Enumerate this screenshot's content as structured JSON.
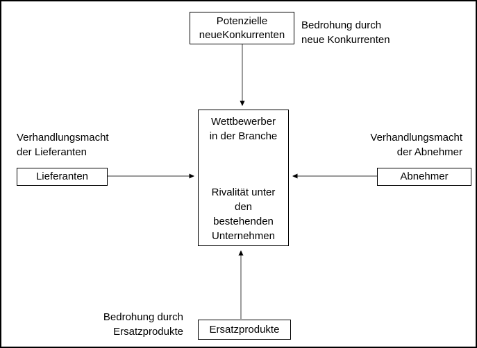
{
  "diagram": {
    "title_semantic": "Five Forces (Porter) diagram",
    "boxes": {
      "new_entrants": {
        "line1": "Potenzielle",
        "line2": "neueKonkurrenten"
      },
      "center": {
        "top_line1": "Wettbewerber",
        "top_line2": "in der Branche",
        "bottom_line1": "Rivalität unter",
        "bottom_line2": "den",
        "bottom_line3": "bestehenden",
        "bottom_line4": "Unternehmen"
      },
      "suppliers": {
        "label": "Lieferanten"
      },
      "buyers": {
        "label": "Abnehmer"
      },
      "substitutes": {
        "label": "Ersatzprodukte"
      }
    },
    "labels": {
      "threat_new_entrants": {
        "line1": "Bedrohung durch",
        "line2": "neue Konkurrenten"
      },
      "supplier_power": {
        "line1": "Verhandlungsmacht",
        "line2": "der Lieferanten"
      },
      "buyer_power": {
        "line1": "Verhandlungsmacht",
        "line2": "der Abnehmer"
      },
      "threat_substitutes": {
        "line1": "Bedrohung durch",
        "line2": "Ersatzprodukte"
      }
    },
    "colors": {
      "background": "#ffffff",
      "border": "#000000",
      "text": "#000000",
      "connector_line": "#5a5a5a",
      "arrowhead": "#000000"
    }
  }
}
